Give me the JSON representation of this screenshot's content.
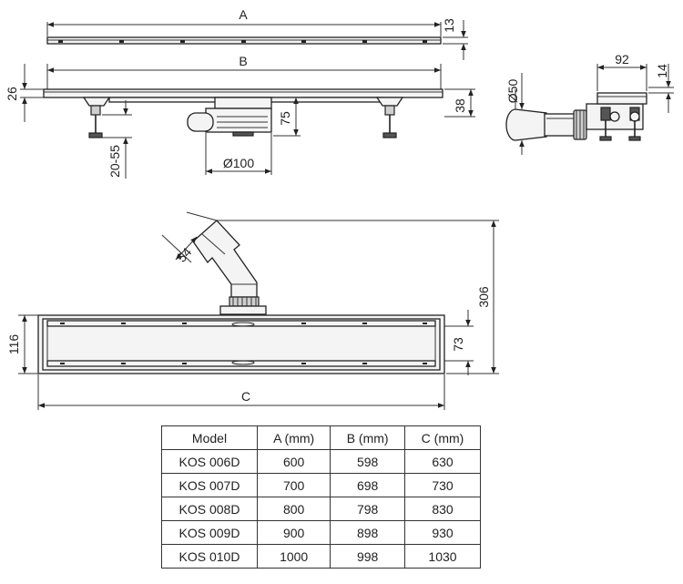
{
  "dims": {
    "a": "A",
    "b": "B",
    "c": "C",
    "d13": "13",
    "d26": "26",
    "d38": "38",
    "d75": "75",
    "d20_55": "20-55",
    "d100": "Ø100",
    "d50": "Ø50",
    "d92": "92",
    "d14": "14",
    "d54": "54",
    "d306": "306",
    "d116": "116",
    "d73": "73"
  },
  "table": {
    "headers": [
      "Model",
      "A (mm)",
      "B (mm)",
      "C (mm)"
    ],
    "rows": [
      [
        "KOS 006D",
        "600",
        "598",
        "630"
      ],
      [
        "KOS 007D",
        "700",
        "698",
        "730"
      ],
      [
        "KOS 008D",
        "800",
        "798",
        "830"
      ],
      [
        "KOS 009D",
        "900",
        "898",
        "930"
      ],
      [
        "KOS 010D",
        "1000",
        "998",
        "1030"
      ]
    ]
  }
}
